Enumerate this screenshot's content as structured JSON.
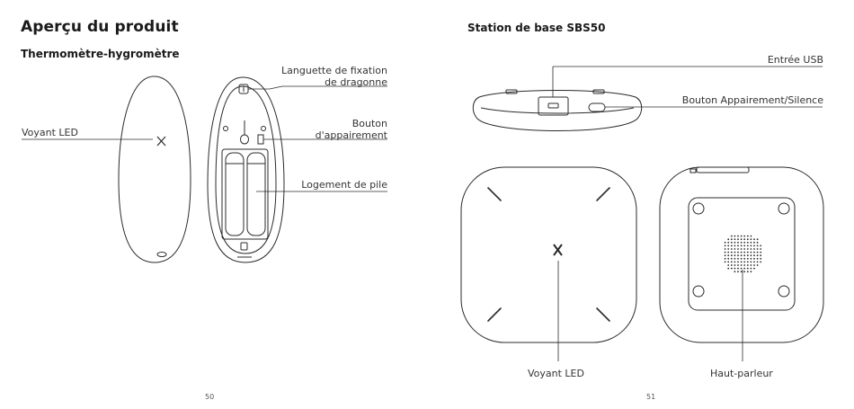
{
  "left_page": {
    "title": "Aperçu du produit",
    "subtitle": "Thermomètre-hygromètre",
    "labels": {
      "led": "Voyant LED",
      "lanyard_line1": "Languette de fixation",
      "lanyard_line2": "de dragonne",
      "pair_line1": "Bouton",
      "pair_line2": "d'appairement",
      "battery": "Logement de pile"
    },
    "page_number": "50"
  },
  "right_page": {
    "subtitle": "Station de base SBS50",
    "labels": {
      "usb": "Entrée USB",
      "pair_silence": "Bouton Appairement/Silence",
      "led": "Voyant LED",
      "speaker": "Haut-parleur"
    },
    "page_number": "51"
  },
  "colors": {
    "stroke": "#2b2b2b",
    "text": "#1a1a1a"
  }
}
